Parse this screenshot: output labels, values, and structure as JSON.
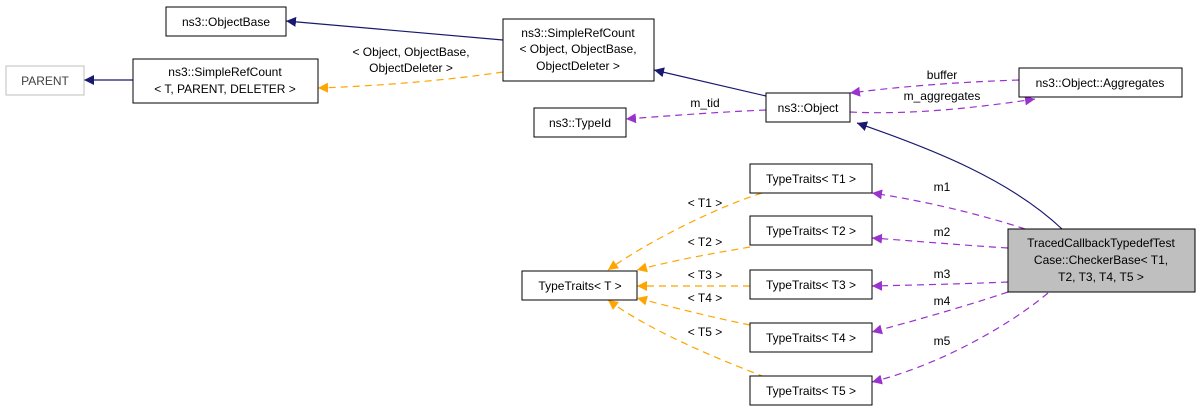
{
  "colors": {
    "inheritance": "#191970",
    "member": "#9a32cd",
    "template": "#ffa500",
    "focus_fill": "#bfbfbf",
    "grey_border": "#bfbfbf"
  },
  "nodes": {
    "object_base": "ns3::ObjectBase",
    "simple_ref_count_object": [
      "ns3::SimpleRefCount",
      "< Object, ObjectBase,",
      "ObjectDeleter >"
    ],
    "parent": "PARENT",
    "simple_ref_count_template": [
      "ns3::SimpleRefCount",
      "< T, PARENT, DELETER >"
    ],
    "type_id": "ns3::TypeId",
    "object": "ns3::Object",
    "aggregates": "ns3::Object::Aggregates",
    "type_traits_t": "TypeTraits< T >",
    "type_traits_t1": "TypeTraits< T1 >",
    "type_traits_t2": "TypeTraits< T2 >",
    "type_traits_t3": "TypeTraits< T3 >",
    "type_traits_t4": "TypeTraits< T4 >",
    "type_traits_t5": "TypeTraits< T5 >",
    "checker_base": [
      "TracedCallbackTypedefTest",
      "Case::CheckerBase< T1,",
      "T2, T3, T4, T5 >"
    ]
  },
  "edge_labels": {
    "template_args_object": [
      "< Object, ObjectBase,",
      "ObjectDeleter >"
    ],
    "buffer": "buffer",
    "m_aggregates": "m_aggregates",
    "m_tid": "m_tid",
    "t1": "< T1 >",
    "t2": "< T2 >",
    "t3": "< T3 >",
    "t4": "< T4 >",
    "t5": "< T5 >",
    "m1": "m1",
    "m2": "m2",
    "m3": "m3",
    "m4": "m4",
    "m5": "m5"
  }
}
